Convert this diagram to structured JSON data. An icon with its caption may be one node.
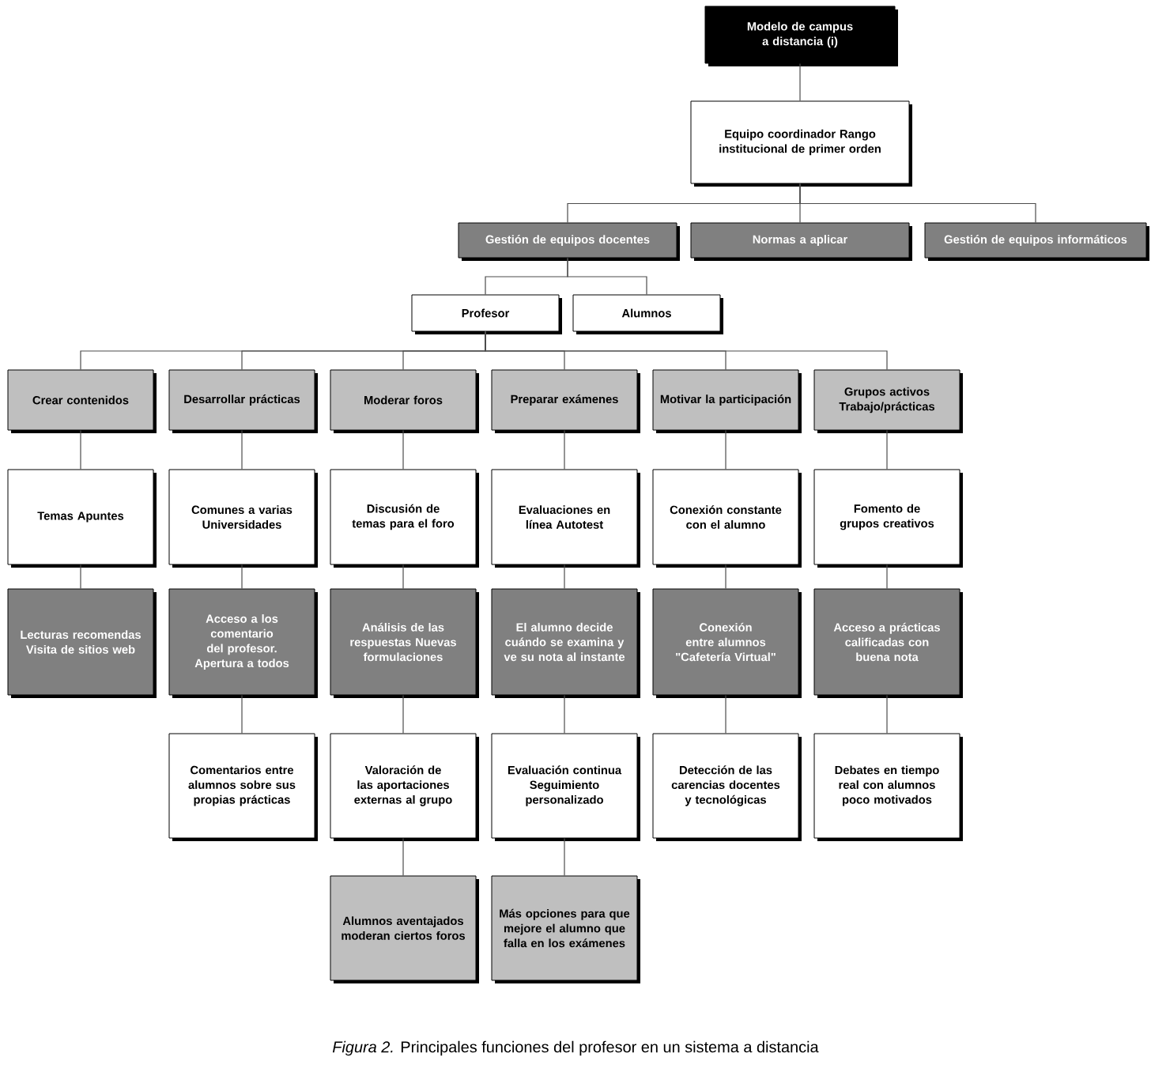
{
  "diagram": {
    "caption": "*Figura 2.* Principales funciones del profesor en un sistema a distancia",
    "nodes": [
      {
        "text": [
          "Modelo de campus a distancia (i)"
        ]
      },
      {
        "text": [
          "Equipo coordinador Rango institucional de primer orden"
        ]
      },
      {
        "text": [
          "Gestión de equipos docentes"
        ]
      },
      {
        "text": [
          "Normas a aplicar"
        ]
      },
      {
        "text": [
          "Gestión de equipos informáticos"
        ]
      },
      {
        "text": [
          "Profesor"
        ]
      },
      {
        "text": [
          "Alumnos"
        ]
      },
      {
        "text": [
          "Crear contenidos"
        ]
      },
      {
        "text": [
          "Desarrollar prácticas"
        ]
      },
      {
        "text": [
          "Moderar foros"
        ]
      },
      {
        "text": [
          "Preparar exámenes"
        ]
      },
      {
        "text": [
          "Motivar la participación"
        ]
      },
      {
        "text": [
          "Grupos activos Trabajo/prácticas"
        ]
      },
      {
        "text": [
          "Temas Apuntes"
        ]
      },
      {
        "text": [
          "Comunes a varias Universidades"
        ]
      },
      {
        "text": [
          "Discusión de temas para el foro"
        ]
      },
      {
        "text": [
          "Evaluaciones en línea Autotest"
        ]
      },
      {
        "text": [
          "Conexión constante con el alumno"
        ]
      },
      {
        "text": [
          "Fomento de grupos creativos"
        ]
      },
      {
        "text": [
          "Lecturas recomendas Visita de sitios web"
        ]
      },
      {
        "text": [
          "Acceso a los comentario del profesor. Apertura a todos"
        ]
      },
      {
        "text": [
          "Análisis de las respuestas Nuevas formulaciones"
        ]
      },
      {
        "text": [
          "El alumno decide cuándo se examina y ve su nota al instante"
        ]
      },
      {
        "text": [
          "Conexión entre alumnos \"Cafetería Virtual\""
        ]
      },
      {
        "text": [
          "Acceso a prácticas calificadas con buena nota"
        ]
      },
      {
        "text": [
          "Comentarios entre alumnos sobre sus propias prácticas"
        ]
      },
      {
        "text": [
          "Valoración de las aportaciones externas al grupo"
        ]
      },
      {
        "text": [
          "Evaluación continua Seguimiento personalizado"
        ]
      },
      {
        "text": [
          "Detección de las carencias docentes y tecnológicas"
        ]
      },
      {
        "text": [
          "Debates en tiempo real con alumnos poco motivados"
        ]
      },
      {
        "text": [
          "Alumnos aventajados moderan ciertos foros"
        ]
      },
      {
        "text": [
          "Más opciones para que mejore el alumno que falla en los exámenes"
        ]
      }
    ],
    "edges": [
      {
        "from": 0,
        "to": 1,
        "arrow": "none"
      },
      {
        "from": 1,
        "to": 2,
        "arrow": "none"
      },
      {
        "from": 1,
        "to": 3,
        "arrow": "none"
      },
      {
        "from": 1,
        "to": 4,
        "arrow": "none"
      },
      {
        "from": 2,
        "to": 5,
        "arrow": "none"
      },
      {
        "from": 2,
        "to": 6,
        "arrow": "none"
      },
      {
        "from": 5,
        "to": 7,
        "arrow": "none"
      },
      {
        "from": 5,
        "to": 8,
        "arrow": "none"
      },
      {
        "from": 5,
        "to": 9,
        "arrow": "none"
      },
      {
        "from": 5,
        "to": 10,
        "arrow": "none"
      },
      {
        "from": 5,
        "to": 11,
        "arrow": "none"
      },
      {
        "from": 5,
        "to": 12,
        "arrow": "none"
      },
      {
        "from": 7,
        "to": 13,
        "arrow": "none"
      },
      {
        "from": 8,
        "to": 14,
        "arrow": "none"
      },
      {
        "from": 9,
        "to": 15,
        "arrow": "none"
      },
      {
        "from": 10,
        "to": 16,
        "arrow": "none"
      },
      {
        "from": 11,
        "to": 17,
        "arrow": "none"
      },
      {
        "from": 12,
        "to": 18,
        "arrow": "none"
      },
      {
        "from": 13,
        "to": 19,
        "arrow": "none"
      },
      {
        "from": 14,
        "to": 20,
        "arrow": "none"
      },
      {
        "from": 15,
        "to": 21,
        "arrow": "none"
      },
      {
        "from": 16,
        "to": 22,
        "arrow": "none"
      },
      {
        "from": 17,
        "to": 23,
        "arrow": "none"
      },
      {
        "from": 18,
        "to": 24,
        "arrow": "none"
      },
      {
        "from": 20,
        "to": 25,
        "arrow": "none"
      },
      {
        "from": 21,
        "to": 26,
        "arrow": "none"
      },
      {
        "from": 22,
        "to": 27,
        "arrow": "none"
      },
      {
        "from": 23,
        "to": 28,
        "arrow": "none"
      },
      {
        "from": 24,
        "to": 29,
        "arrow": "none"
      },
      {
        "from": 26,
        "to": 30,
        "arrow": "none"
      },
      {
        "from": 27,
        "to": 31,
        "arrow": "none"
      }
    ]
  }
}
